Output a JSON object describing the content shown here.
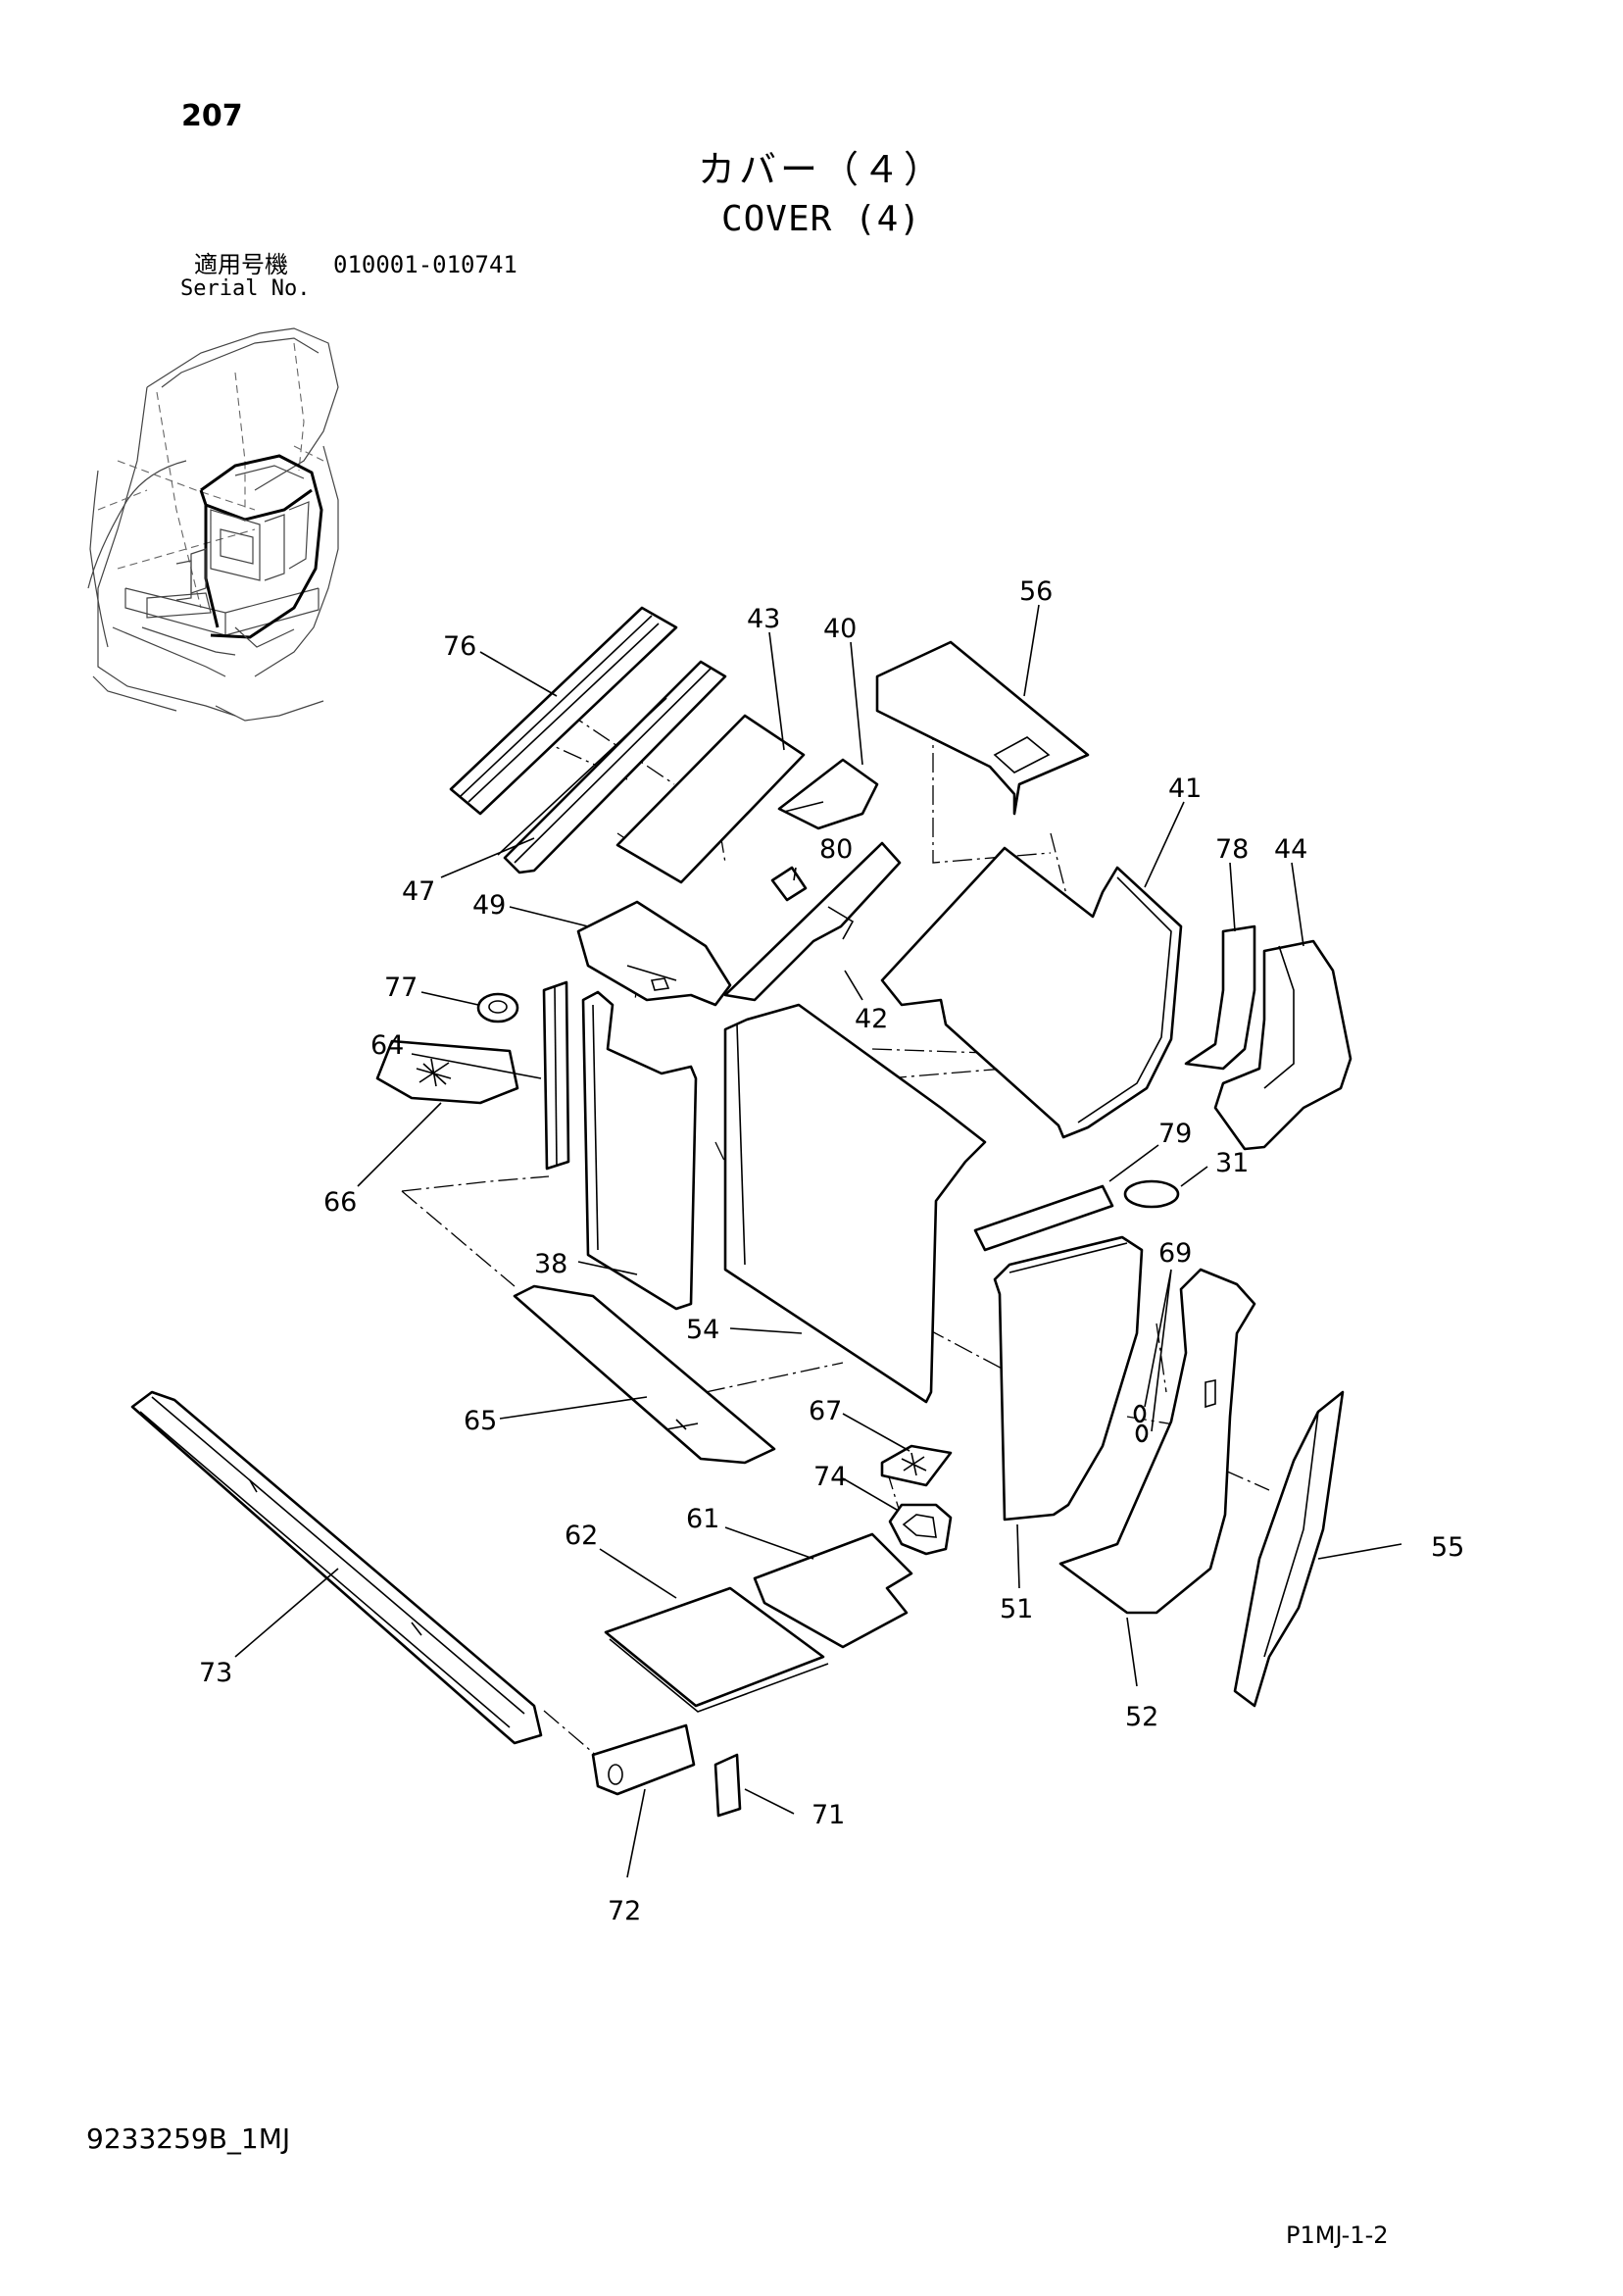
{
  "page_number": "207",
  "title_jp": "カバー（４）",
  "title_en": "COVER (4)",
  "serial_label_jp": "適用号機",
  "serial_range": "010001-010741",
  "serial_label_en": "Serial No.",
  "doc_code": "9233259B_1MJ",
  "sheet_code": "P1MJ-1-2",
  "callouts": {
    "c76": "76",
    "c43": "43",
    "c40": "40",
    "c56": "56",
    "c41": "41",
    "c78": "78",
    "c44": "44",
    "c47": "47",
    "c49": "49",
    "c80": "80",
    "c42": "42",
    "c77": "77",
    "c64": "64",
    "c66": "66",
    "c79": "79",
    "c31": "31",
    "c38": "38",
    "c69": "69",
    "c54": "54",
    "c65": "65",
    "c67": "67",
    "c74": "74",
    "c61": "61",
    "c62": "62",
    "c55": "55",
    "c51": "51",
    "c73": "73",
    "c52": "52",
    "c71": "71",
    "c72": "72"
  }
}
